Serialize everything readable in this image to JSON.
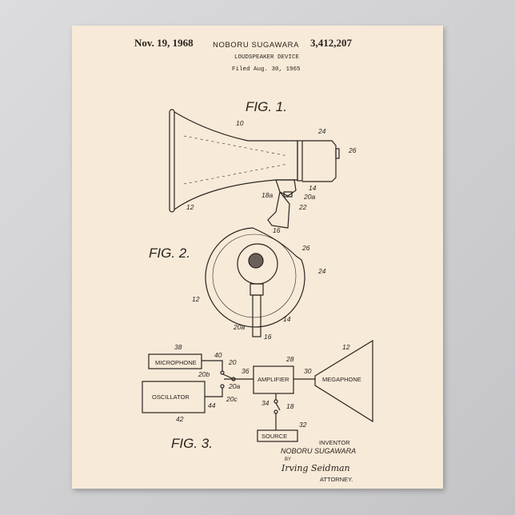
{
  "header": {
    "date": "Nov. 19, 1968",
    "inventor": "NOBORU SUGAWARA",
    "patent_number": "3,412,207",
    "subtitle": "LOUDSPEAKER DEVICE",
    "filed": "Filed Aug. 30, 1965"
  },
  "figures": {
    "fig1": "FIG. 1.",
    "fig2": "FIG. 2.",
    "fig3": "FIG. 3."
  },
  "fig1_labels": [
    "10",
    "24",
    "26",
    "14",
    "18a",
    "20a",
    "22",
    "12",
    "16"
  ],
  "fig2_labels": [
    "26",
    "24",
    "12",
    "14",
    "20a",
    "16"
  ],
  "fig3_blocks": {
    "microphone": "MICROPHONE",
    "oscillator": "OSCILLATOR",
    "amplifier": "AMPLIFIER",
    "megaphone": "MEGAPHONE",
    "source": "SOURCE"
  },
  "fig3_labels": {
    "l38": "38",
    "l40": "40",
    "l20": "20",
    "l20b": "20b",
    "l36": "36",
    "l20a": "20a",
    "l20c": "20c",
    "l44": "44",
    "l42": "42",
    "l28": "28",
    "l30": "30",
    "l12": "12",
    "l34": "34",
    "l18": "18",
    "l32": "32"
  },
  "signature": {
    "inventor_label": "INVENTOR",
    "inventor_name": "NOBORU SUGAWARA",
    "by": "BY",
    "attorney_signature": "Irving Seidman",
    "attorney_label": "ATTORNEY."
  }
}
